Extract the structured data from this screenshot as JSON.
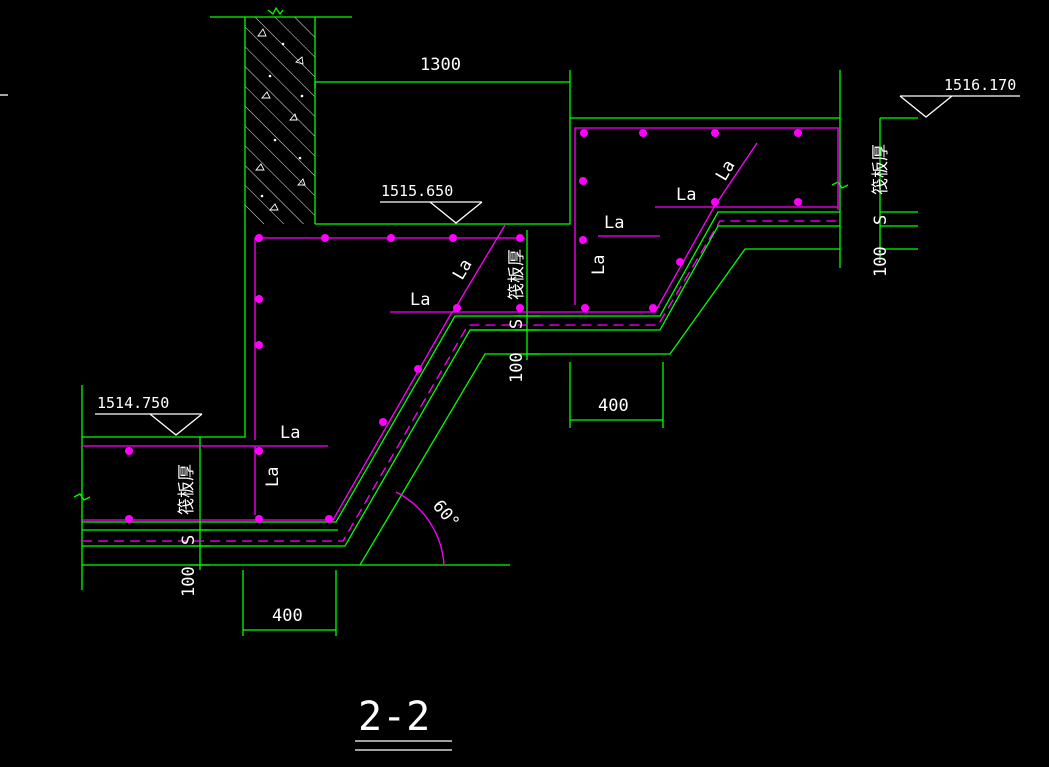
{
  "section_title": "2-2",
  "elevations": {
    "left": "1514.750",
    "middle": "1515.650",
    "right": "1516.170"
  },
  "dimensions": {
    "top_width": "1300",
    "offset_left": "400",
    "offset_right": "400",
    "cushion_left": "100",
    "cushion_middle": "100",
    "cushion_right": "100",
    "s_left": "S",
    "s_middle": "S",
    "s_right": "S"
  },
  "labels": {
    "la": "La",
    "raft_thickness": "筏板厚",
    "angle": "60°"
  },
  "colors": {
    "background": "#000000",
    "concrete_outline": "#00ff00",
    "rebar": "#ff00ff",
    "annotation": "#ffffff"
  }
}
